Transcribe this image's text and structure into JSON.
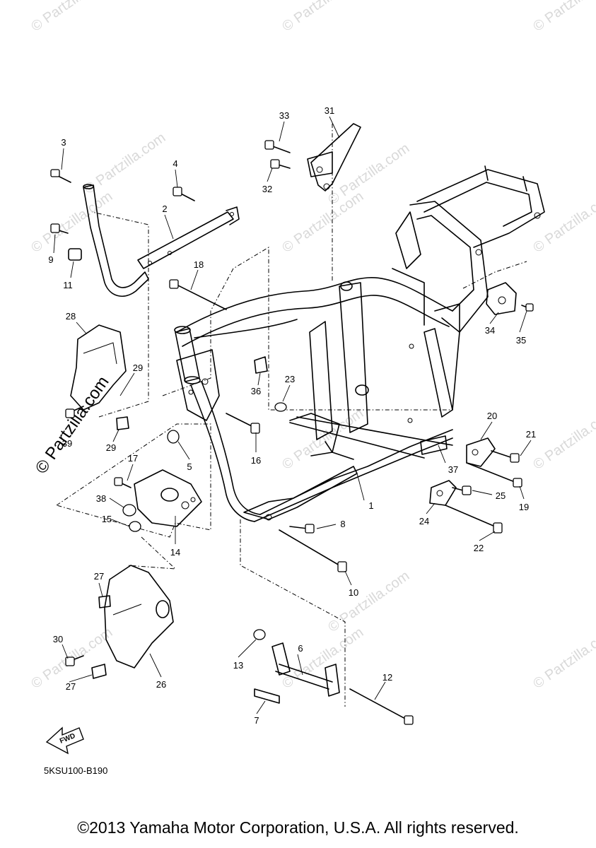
{
  "watermark": {
    "text": "© Partzilla.com",
    "repeat_text": "© Partzilla.com"
  },
  "diagram_code": "5KSU100-B190",
  "fwd_label": "FWD",
  "callouts": {
    "c1": "1",
    "c2": "2",
    "c3": "3",
    "c4": "4",
    "c5": "5",
    "c6": "6",
    "c7": "7",
    "c8": "8",
    "c9": "9",
    "c10": "10",
    "c11": "11",
    "c12": "12",
    "c13": "13",
    "c14": "14",
    "c15": "15",
    "c16": "16",
    "c17": "17",
    "c18": "18",
    "c19": "19",
    "c20": "20",
    "c21": "21",
    "c22": "22",
    "c23": "23",
    "c24": "24",
    "c25": "25",
    "c26": "26",
    "c27a": "27",
    "c27b": "27",
    "c28": "28",
    "c29a": "29",
    "c29b": "29",
    "c30": "30",
    "c31": "31",
    "c32": "32",
    "c33": "33",
    "c34": "34",
    "c35": "35",
    "c36": "36",
    "c37": "37",
    "c38": "38",
    "c39": "39"
  },
  "copyright": "©2013 Yamaha Motor Corporation, U.S.A. All rights reserved."
}
